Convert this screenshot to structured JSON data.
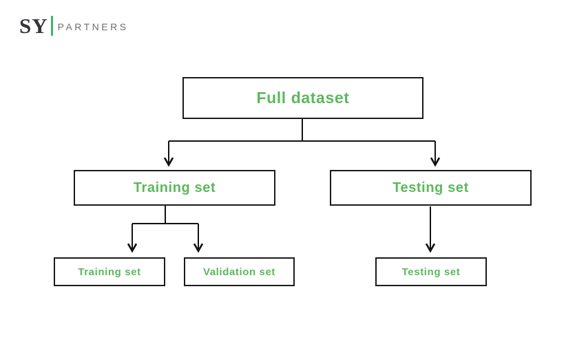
{
  "logo": {
    "sy": "SY",
    "partners": "PARTNERS"
  },
  "colors": {
    "node_text_green": "#5cb85c",
    "node_border": "#1a1a1a",
    "logo_sy_dark": "#33353a",
    "logo_partners_gray": "#6e6e6e",
    "logo_bar_green": "#3eb46e",
    "connector_black": "#111111"
  },
  "diagram": {
    "nodes": {
      "full_dataset": "Full dataset",
      "training_set": "Training set",
      "testing_set": "Testing set",
      "training_subset": "Training set",
      "validation_set": "Validation set",
      "testing_subset": "Testing set"
    },
    "structure": {
      "full_dataset_children": [
        "training_set",
        "testing_set"
      ],
      "training_set_children": [
        "training_subset",
        "validation_set"
      ],
      "testing_set_children": [
        "testing_subset"
      ]
    }
  }
}
